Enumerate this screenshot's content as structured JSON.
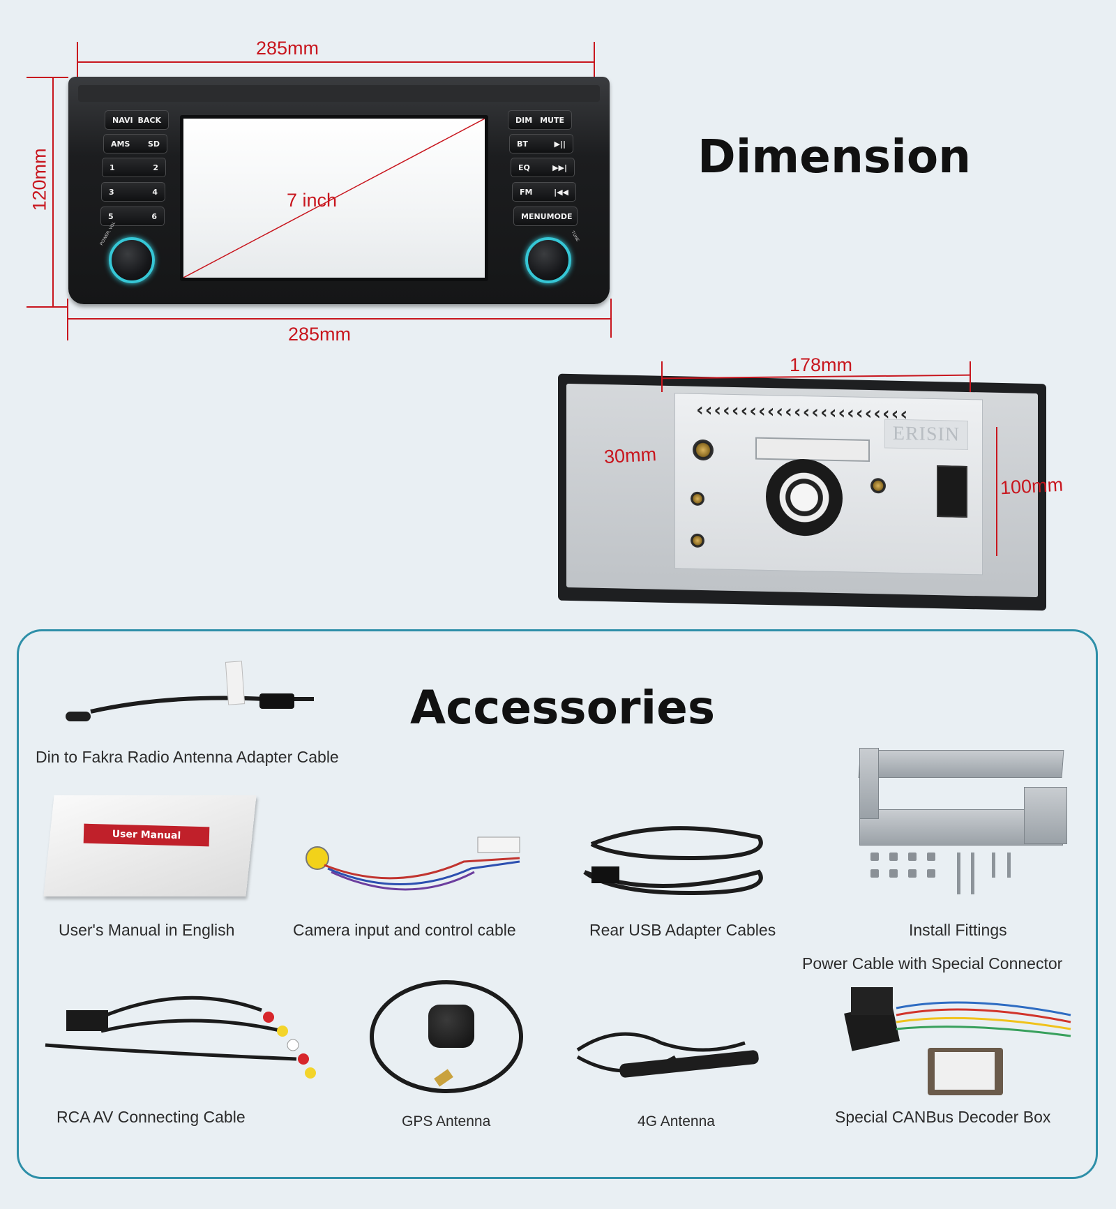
{
  "dimension_section": {
    "heading": "Dimension",
    "front_width_top": "285mm",
    "front_width_bottom": "285mm",
    "front_height": "120mm",
    "screen_diagonal": "7 inch",
    "back_width": "178mm",
    "back_depth": "30mm",
    "back_height": "100mm"
  },
  "front_panel": {
    "left_buttons": [
      {
        "a": "NAVI",
        "b": "BACK"
      },
      {
        "a": "AMS",
        "b": "SD"
      },
      {
        "a": "1",
        "b": "2"
      },
      {
        "a": "3",
        "b": "4"
      },
      {
        "a": "5",
        "b": "6"
      }
    ],
    "right_buttons": [
      {
        "a": "DIM",
        "b": "MUTE"
      },
      {
        "a": "BT",
        "b": "▶||"
      },
      {
        "a": "EQ",
        "b": "▶▶|"
      },
      {
        "a": "FM",
        "b": "|◀◀"
      },
      {
        "a": "MENU",
        "b": "MODE"
      }
    ],
    "knob_left_label": "POWER, VOL",
    "knob_right_label": "TUNE"
  },
  "back_panel": {
    "brand": "ERISIN",
    "vents": "‹‹‹‹‹‹‹‹‹‹‹‹‹‹‹‹‹‹‹‹‹‹‹‹"
  },
  "accessories_section": {
    "heading": "Accessories",
    "items": [
      {
        "label": "Din to Fakra Radio Antenna Adapter Cable"
      },
      {
        "label": "User's Manual in English",
        "tag": "User Manual"
      },
      {
        "label": "Camera input and control cable"
      },
      {
        "label": "Rear USB Adapter Cables"
      },
      {
        "label": "Install Fittings"
      },
      {
        "label": "Power Cable with Special Connector"
      },
      {
        "label": "RCA AV Connecting Cable"
      },
      {
        "label": "GPS Antenna"
      },
      {
        "label": "4G Antenna"
      },
      {
        "label": "Special CANBus Decoder Box"
      }
    ]
  },
  "colors": {
    "dimension_red": "#c8161e",
    "panel_border": "#2e8fa8",
    "background": "#e9eff3",
    "knob_glow": "#36c7d6"
  }
}
